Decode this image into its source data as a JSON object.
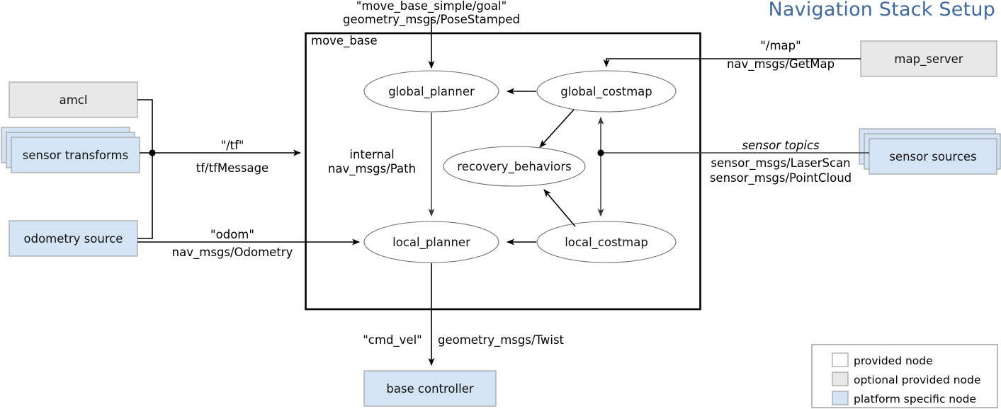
{
  "title": "Navigation Stack Setup",
  "accent_color": "#41699d",
  "colors": {
    "provided_node": "#ffffff",
    "optional_provided_node": "#e8e8e8",
    "platform_specific_node": "#d4e4f4",
    "border": "#9a9a9a",
    "edge": "#000000"
  },
  "container": {
    "label": "move_base"
  },
  "internal_nodes": [
    {
      "id": "global_planner",
      "label": "global_planner"
    },
    {
      "id": "global_costmap",
      "label": "global_costmap"
    },
    {
      "id": "recovery_behaviors",
      "label": "recovery_behaviors"
    },
    {
      "id": "local_planner",
      "label": "local_planner"
    },
    {
      "id": "local_costmap",
      "label": "local_costmap"
    }
  ],
  "external_nodes": [
    {
      "id": "amcl",
      "label": "amcl",
      "kind": "optional provided node",
      "stacked": false
    },
    {
      "id": "sensor_transforms",
      "label": "sensor transforms",
      "kind": "platform specific node",
      "stacked": true
    },
    {
      "id": "odometry_source",
      "label": "odometry source",
      "kind": "platform specific node",
      "stacked": false
    },
    {
      "id": "map_server",
      "label": "map_server",
      "kind": "optional provided node",
      "stacked": false
    },
    {
      "id": "sensor_sources",
      "label": "sensor sources",
      "kind": "platform specific node",
      "stacked": true
    },
    {
      "id": "base_controller",
      "label": "base controller",
      "kind": "platform specific node",
      "stacked": false
    }
  ],
  "edge_labels": {
    "goal": {
      "topic": "\"move_base_simple/goal\"",
      "type": "geometry_msgs/PoseStamped"
    },
    "tf": {
      "topic": "\"/tf\"",
      "type": "tf/tfMessage"
    },
    "odom": {
      "topic": "\"odom\"",
      "type": "nav_msgs/Odometry"
    },
    "map": {
      "topic": "\"/map\"",
      "type": "nav_msgs/GetMap"
    },
    "sensors": {
      "topic": "sensor topics",
      "type_1": "sensor_msgs/LaserScan",
      "type_2": "sensor_msgs/PointCloud"
    },
    "internal_path": {
      "topic": "internal",
      "type": "nav_msgs/Path"
    },
    "cmd_vel": {
      "topic": "\"cmd_vel\"",
      "type": "geometry_msgs/Twist"
    }
  },
  "legend": {
    "items": [
      {
        "label": "provided node",
        "color": "#ffffff"
      },
      {
        "label": "optional provided node",
        "color": "#e8e8e8"
      },
      {
        "label": "platform specific node",
        "color": "#d4e4f4"
      }
    ]
  }
}
